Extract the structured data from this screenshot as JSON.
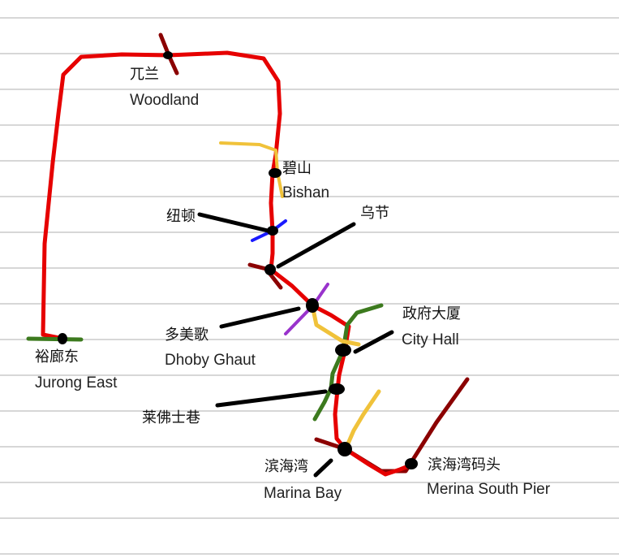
{
  "colors": {
    "paper_lines": "#d7d7d7",
    "north_south_line": "#e60000",
    "east_west_line": "#3c7a1e",
    "circle_line": "#f0c23a",
    "downtown_line": "#1a1aff",
    "north_east_line": "#9933cc",
    "thomson_line": "#8b0000",
    "station_marker": "#000000",
    "pointer": "#000000"
  },
  "stations": {
    "woodland": {
      "cn": "兀兰",
      "en": "Woodland"
    },
    "bishan": {
      "cn": "碧山",
      "en": "Bishan"
    },
    "newton": {
      "cn": "纽顿"
    },
    "orchard": {
      "cn": "乌节"
    },
    "dhoby_ghaut": {
      "cn": "多美歌",
      "en": "Dhoby Ghaut"
    },
    "city_hall": {
      "cn": "政府大厦",
      "en": "City Hall"
    },
    "jurong_east": {
      "cn": "裕廊东",
      "en": "Jurong East"
    },
    "raffles_place": {
      "cn": "莱佛士巷"
    },
    "marina_bay": {
      "cn": "滨海湾",
      "en": "Marina Bay"
    },
    "marina_south_pier": {
      "cn": "滨海湾码头",
      "en": "Merina South Pier"
    }
  }
}
